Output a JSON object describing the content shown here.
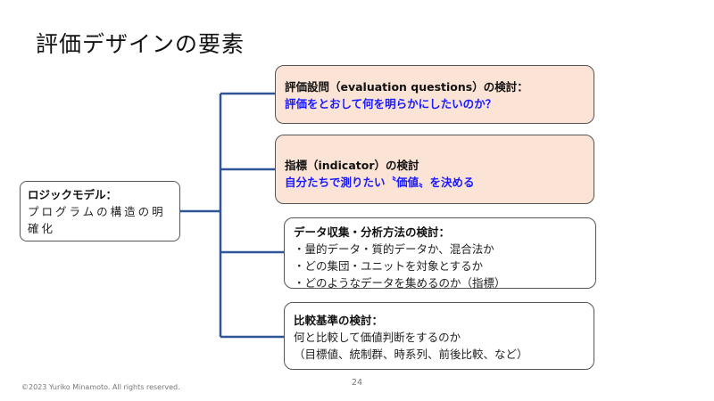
{
  "slide": {
    "title": "評価デザインの要素",
    "logic_model": {
      "label": "ロジックモデル：",
      "description": "プログラムの構造の明確化"
    },
    "boxes": [
      {
        "heading": "評価設問（evaluation questions）の検討：",
        "lines": [
          "評価をとおして何を明らかにしたいのか？"
        ]
      },
      {
        "heading": "指標（indicator）の検討",
        "lines": [
          "自分たちで測りたい〝価値〟を決める"
        ]
      },
      {
        "heading": "データ収集・分析方法の検討：",
        "lines": [
          "・量的データ・質的データか、混合法か",
          "・どの集団・ユニットを対象とするか",
          "・どのようなデータを集めるのか（指標）"
        ]
      },
      {
        "heading": "比較基準の検討：",
        "lines": [
          "何と比較して価値判断をするのか",
          "（目標値、統制群、時系列、前後比較、など）"
        ]
      }
    ],
    "footer": "©2023 Yuriko Minamoto. All rights reserved.",
    "page_number": "24",
    "colors": {
      "connector": "#2f5597",
      "peach_fill": "#fbe3d6",
      "highlight_text": "#1a1aff"
    }
  }
}
